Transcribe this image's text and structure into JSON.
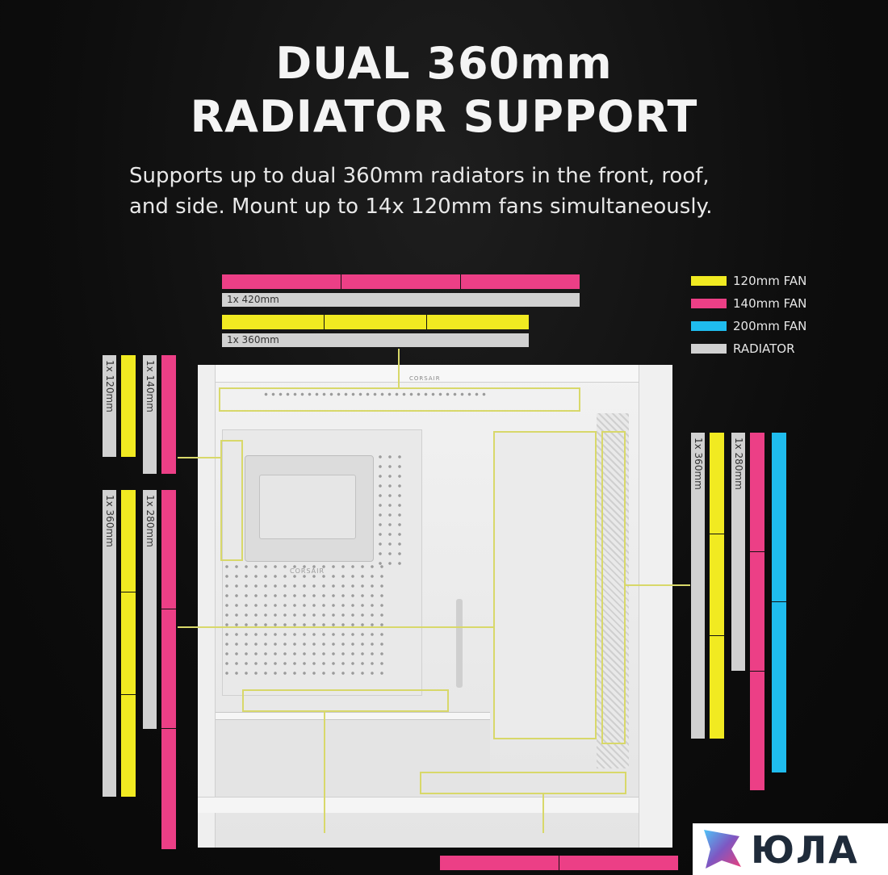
{
  "heading": {
    "line1": "DUAL 360mm",
    "line2": "RADIATOR SUPPORT"
  },
  "subtitle": {
    "line1": "Supports up to dual 360mm radiators in the front, roof,",
    "line2": "and side. Mount up to 14x 120mm fans simultaneously."
  },
  "legend": [
    {
      "label": "120mm FAN",
      "color": "#f1ea21"
    },
    {
      "label": "140mm FAN",
      "color": "#ec3f86"
    },
    {
      "label": "200mm FAN",
      "color": "#1fbcee"
    },
    {
      "label": "RADIATOR",
      "color": "#d1d1d1"
    }
  ],
  "radiator_labels": {
    "top_420": "1x 420mm",
    "top_360": "1x 360mm",
    "left_120": "1x 120mm",
    "left_140": "1x 140mm",
    "left_360": "1x 360mm",
    "left_280": "1x 280mm",
    "right_360": "1x 360mm",
    "right_280": "1x 280mm"
  },
  "case_branding": {
    "top": "CORSAIR",
    "tray": "CORSAIR"
  },
  "watermark": "ЮЛА"
}
